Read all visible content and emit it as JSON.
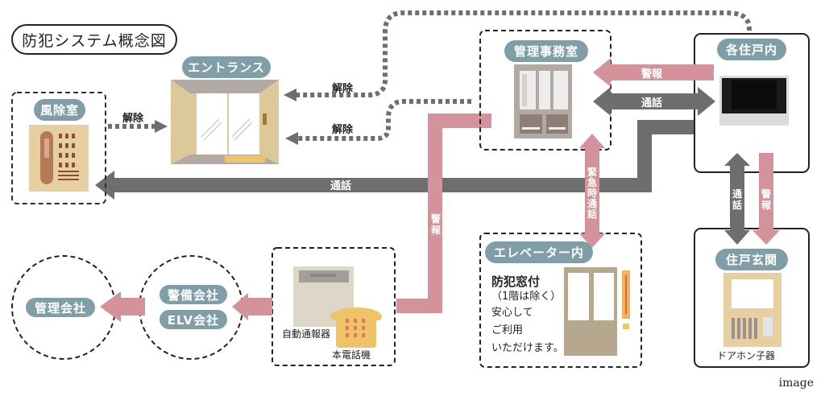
{
  "title": "防犯システム概念図",
  "colors": {
    "pill": "#7f9ea7",
    "alarm_arrow": "#d4939b",
    "call_arrow": "#6e6e6e",
    "unlock_dots": "#6e6e6e",
    "panel_beige": "#e6cfa0",
    "phone_yellow": "#efc368"
  },
  "nodes": {
    "windbreak_room": {
      "label": "風除室"
    },
    "entrance": {
      "label": "エントランス"
    },
    "management_office": {
      "label": "管理事務室"
    },
    "each_unit": {
      "label": "各住戸内"
    },
    "unit_entrance": {
      "label": "住戸玄関",
      "device_label": "ドアホン子器"
    },
    "elevator": {
      "label": "エレベーター内",
      "heading": "防犯窓付",
      "lines": [
        "（1階は除く）",
        "安心して",
        "ご利用",
        "いただけます。"
      ]
    },
    "auto_reporter": {
      "label": "自動通報器",
      "phone_label": "本電話機"
    },
    "security_company": {
      "label": "警備会社",
      "label2": "ELV会社"
    },
    "management_company": {
      "label": "管理会社"
    }
  },
  "arrows": {
    "unlock_1": "解除",
    "unlock_2": "解除",
    "unlock_3": "解除",
    "alarm_unit_to_office": "警報",
    "call_unit_office": "通話",
    "call_to_windbreak": "通話",
    "alarm_vertical": "警報",
    "emergency_call": "緊急時通話",
    "call_unit_door": "通話",
    "alarm_unit_door": "警報"
  },
  "caption": "image"
}
